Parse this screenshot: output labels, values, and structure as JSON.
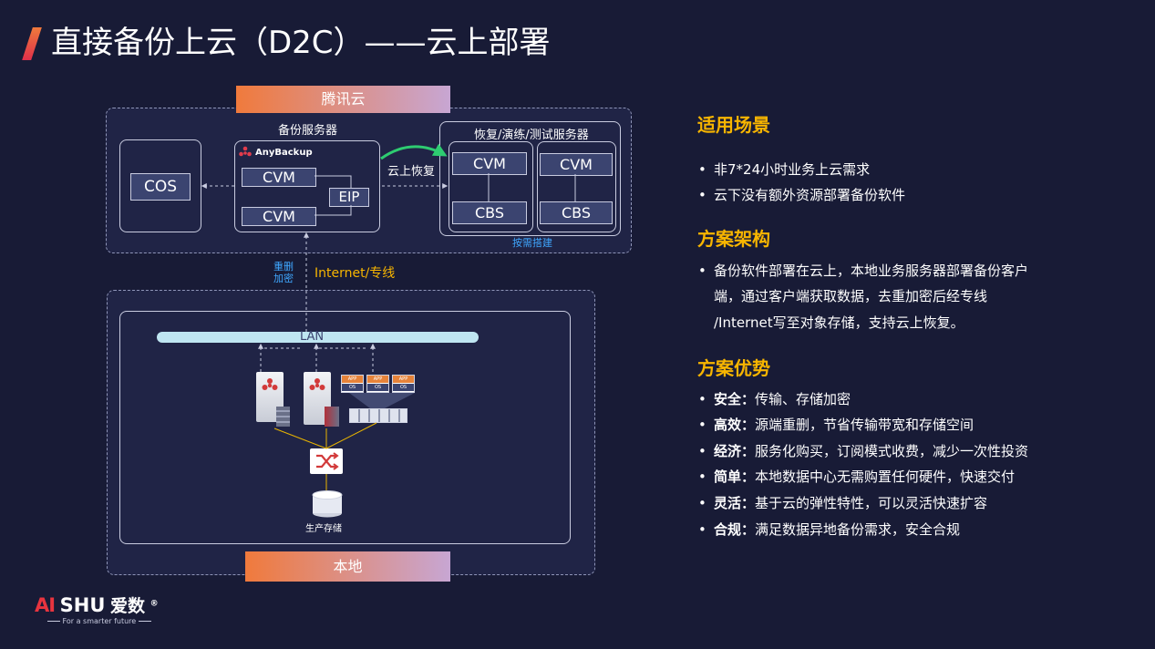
{
  "title": "直接备份上云（D2C）——云上部署",
  "cloud": {
    "tab": "腾讯云",
    "backup_server_label": "备份服务器",
    "product_name": "AnyBackup",
    "cos": "COS",
    "cvm1": "CVM",
    "cvm2": "CVM",
    "eip": "EIP",
    "restore_label": "云上恢复",
    "restore_group_label": "恢复/演练/测试服务器",
    "r1_cvm": "CVM",
    "r1_cbs": "CBS",
    "r2_cvm": "CVM",
    "r2_cbs": "CBS",
    "on_demand": "按需搭建"
  },
  "link": {
    "dedup": "重删",
    "encrypt": "加密",
    "channel": "Internet/专线"
  },
  "local": {
    "tab": "本地",
    "lan": "LAN",
    "storage": "生产存储",
    "app_chips": [
      "APP",
      "OS",
      "APP",
      "OS",
      "APP",
      "OS"
    ]
  },
  "right": {
    "scene_title": "适用场景",
    "scene_items": [
      "非7*24小时业务上云需求",
      "云下没有额外资源部署备份软件"
    ],
    "arch_title": "方案架构",
    "arch_lines": [
      "备份软件部署在云上，本地业务服务器部署备份客户",
      "端，通过客户端获取数据，去重加密后经专线",
      "/Internet写至对象存储，支持云上恢复。"
    ],
    "adv_title": "方案优势",
    "adv_items": [
      {
        "key": "安全：",
        "text": "传输、存储加密"
      },
      {
        "key": "高效：",
        "text": "源端重删，节省传输带宽和存储空间"
      },
      {
        "key": "经济：",
        "text": "服务化购买，订阅模式收费，减少一次性投资"
      },
      {
        "key": "简单：",
        "text": "本地数据中心无需购置任何硬件，快速交付"
      },
      {
        "key": "灵活：",
        "text": "基于云的弹性特性，可以灵活快速扩容"
      },
      {
        "key": "合规：",
        "text": "满足数据异地备份需求，安全合规"
      }
    ]
  },
  "logo": {
    "ai": "AI",
    "shu": "SHU",
    "cn": "爱数",
    "reg": "®",
    "tagline": "For a smarter future"
  },
  "colors": {
    "background": "#181b36",
    "accent_orange": "#f07a3c",
    "accent_yellow": "#f7b500",
    "accent_blue": "#3fa7ff",
    "restore_arrow": "#2ecc71"
  }
}
